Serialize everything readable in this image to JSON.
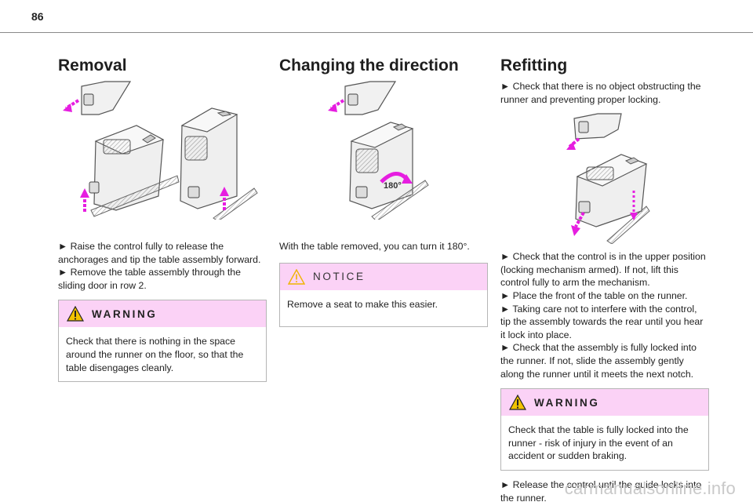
{
  "page": {
    "number": "86"
  },
  "sections": {
    "removal": {
      "title": "Removal",
      "steps": [
        "► Raise the control fully to release the anchorages and tip the table assembly forward.",
        "► Remove the table assembly through the sliding door in row 2."
      ],
      "warning": {
        "title": "WARNING",
        "text": "Check that there is nothing in the space around the runner on the floor, so that the table disengages cleanly."
      }
    },
    "changing_direction": {
      "title": "Changing the direction",
      "figure_label": "180°",
      "text": "With the table removed, you can turn it 180°.",
      "notice": {
        "title": "NOTICE",
        "text": "Remove a seat to make this easier."
      }
    },
    "refitting": {
      "title": "Refitting",
      "intro": "► Check that there is no object obstructing the runner and preventing proper locking.",
      "steps": [
        "► Check that the control is in the upper position (locking mechanism armed). If not, lift this control fully to arm the mechanism.",
        "► Place the front of the table on the runner.",
        "► Taking care not to interfere with the control, tip the assembly towards the rear until you hear it lock into place.",
        "► Check that the assembly is fully locked into the runner. If not, slide the assembly gently along the runner until it meets the next notch."
      ],
      "warning": {
        "title": "WARNING",
        "text": "Check that the table is fully locked into the runner - risk of injury in the event of an accident or sudden braking."
      },
      "final_step": "► Release the control until the guide locks into the runner."
    }
  },
  "colors": {
    "accent_pink": "#e61ee0",
    "box_header_pink": "#fbd2f6",
    "warning_triangle": "#f2c200",
    "notice_triangle": "#f0b400"
  },
  "watermark": "carmanualsonline.info"
}
